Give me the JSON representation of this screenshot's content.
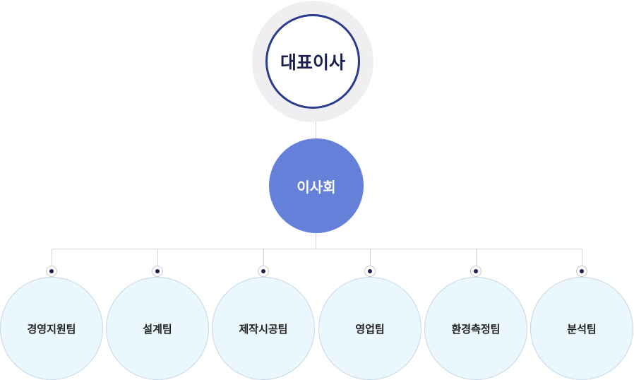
{
  "ceo": {
    "label": "대표이사"
  },
  "board": {
    "label": "이사회"
  },
  "teams": [
    {
      "label": "경영지원팀"
    },
    {
      "label": "설계팀"
    },
    {
      "label": "제작시공팀"
    },
    {
      "label": "영업팀"
    },
    {
      "label": "환경측정팀"
    },
    {
      "label": "분석팀"
    }
  ],
  "colors": {
    "ceo_border": "#2a3b8f",
    "board_fill": "#6480d8",
    "team_fill": "#eaf7fd",
    "connector": "#cfd3da"
  }
}
